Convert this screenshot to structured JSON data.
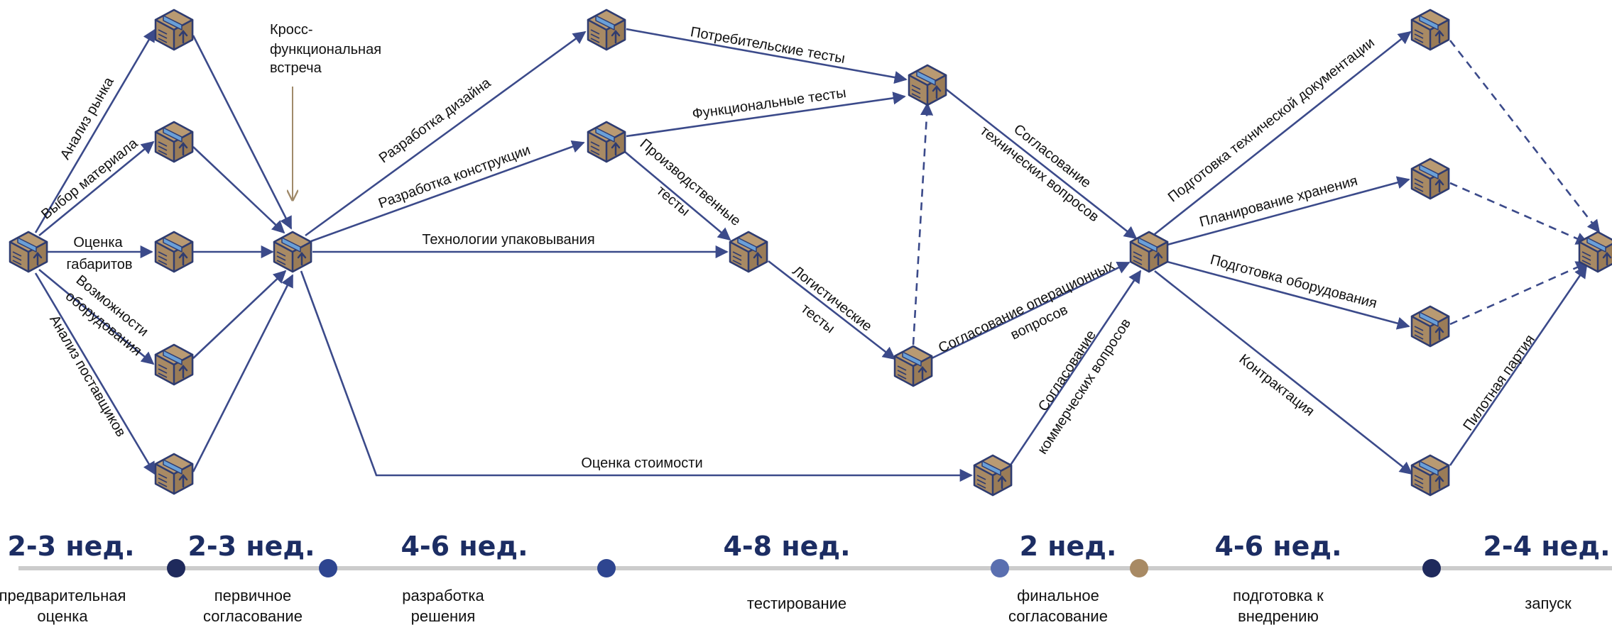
{
  "colors": {
    "edge": "#3b4a8a",
    "box": "#a88a64",
    "box_dark": "#8a6e4c",
    "tape": "#6aa0d8",
    "outline": "#2f3c70",
    "note_arrow": "#a08a6a",
    "timeline_line": "#cccccc",
    "dot_navy": "#1f2a5c",
    "dot_blue": "#2e4590",
    "dot_light": "#5a6fb0",
    "dot_tan": "#a88a64",
    "duration_text": "#1c2d63"
  },
  "icons": {
    "node": "package-box-icon"
  },
  "labels": {
    "analiz_rynka": "Анализ рынка",
    "vybor_materiala": "Выбор материала",
    "ocenka": "Оценка",
    "gabaritov": "габаритов",
    "vozmozhnosti": "Возможности",
    "oborudovaniya": "оборудования",
    "analiz_postavshikov": "Анализ поставщиков",
    "razrabotka_dizaina": "Разработка дизайна",
    "razrabotka_konstrukcii": "Разработка конструкции",
    "tehnologii_upakovyvaniya": "Технологии упаковывания",
    "ocenka_stoimosti": "Оценка стоимости",
    "potrebitelskie_testy": "Потребительские тесты",
    "funkcionalnye_testy": "Функциональные тесты",
    "proizvodstvennye": "Производственные",
    "testy1": "тесты",
    "logisticheskie": "Логистические",
    "testy2": "тесты",
    "soglasovanie_teh_1": "Согласование",
    "soglasovanie_teh_2": "технических вопросов",
    "soglasovanie_oper_1": "Согласование операционных",
    "soglasovanie_oper_2": "вопросов",
    "soglasovanie_kom_1": "Согласование",
    "soglasovanie_kom_2": "коммерческих вопросов",
    "podgotovka_doc": "Подготовка технической  документации",
    "planirovanie": "Планирование хранения",
    "podgotovka_oborud": "Подготовка оборудования",
    "kontraktaciya": "Контрактация",
    "pilotnaya": "Пилотная партия"
  },
  "note": {
    "line1": "Кросс-",
    "line2": "функциональная",
    "line3": "встреча"
  },
  "timeline": {
    "durations": [
      "2-3 нед.",
      "2-3 нед.",
      "4-6 нед.",
      "4-8 нед.",
      "2 нед.",
      "4-6 нед.",
      "2-4 нед."
    ],
    "stages": [
      [
        "предварительная",
        "оценка"
      ],
      [
        "первичное",
        "согласование"
      ],
      [
        "разработка",
        "решения"
      ],
      [
        "тестирование"
      ],
      [
        "финальное",
        "согласование"
      ],
      [
        "подготовка к",
        "внедрению"
      ],
      [
        "запуск"
      ]
    ]
  }
}
